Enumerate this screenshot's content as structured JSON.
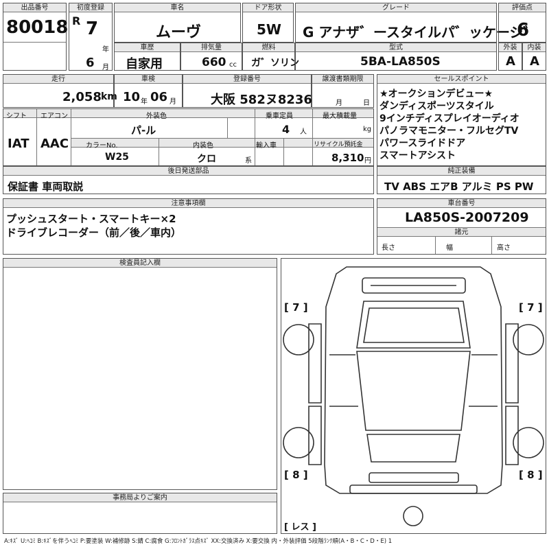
{
  "header": {
    "lot_label": "出品番号",
    "lot_number": "80018",
    "first_reg_label": "初度登録",
    "era": "R",
    "year": "7",
    "year_unit": "年",
    "month": "6",
    "month_unit": "月",
    "car_name_label": "車名",
    "car_name": "ムーヴ",
    "door_label": "ドア形状",
    "door": "5W",
    "grade_label": "グレード",
    "grade": "G アナザ゛ースタイルパ゛ッケージ゛",
    "score_label": "評価点",
    "score": "6",
    "history_label": "車歴",
    "history": "自家用",
    "displacement_label": "排気量",
    "displacement": "660",
    "displacement_unit": "cc",
    "fuel_label": "燃料",
    "fuel": "ガ゛ソリン",
    "model_label": "型式",
    "model": "5BA-LA850S",
    "exterior_label": "外装",
    "exterior": "A",
    "interior_label": "内装",
    "interior": "A"
  },
  "row2": {
    "mileage_label": "走行",
    "mileage": "2,058",
    "mileage_unit": "km",
    "inspection_label": "車検",
    "insp_year": "10",
    "insp_year_unit": "年",
    "insp_month": "06",
    "insp_month_unit": "月",
    "plate_label": "登録番号",
    "plate": "大阪 582ヌ8236",
    "transfer_label": "譲渡書類期限",
    "transfer_month_unit": "月",
    "transfer_day_unit": "日"
  },
  "row3": {
    "shift_label": "シフト",
    "shift": "IAT",
    "ac_label": "エアコン",
    "ac": "AAC",
    "color_label": "外装色",
    "color": "パ-ル",
    "capacity_label": "乗車定員",
    "capacity": "4",
    "capacity_unit": "人",
    "load_label": "最大積載量",
    "load_unit": "kg",
    "color_no_label": "カラーNo.",
    "color_no": "W25",
    "interior_color_label": "内装色",
    "interior_color": "クロ",
    "interior_color_unit": "系",
    "import_label": "輸入車",
    "recycle_label": "リサイクル預託金",
    "recycle": "8,310",
    "recycle_unit": "円"
  },
  "sales_points": {
    "label": "セールスポイント",
    "items": [
      "★オークションデビュー★",
      "ダンディスポーツスタイル",
      "9インチディスプレイオーディオ",
      "パノラマモニター・フルセグTV",
      "パワースライドドア",
      "スマートアシスト"
    ]
  },
  "shipping": {
    "label": "後日発送部品",
    "value": "保証書 車両取説"
  },
  "equipment": {
    "label": "純正装備",
    "value": "TV ABS エアB アルミ PS PW"
  },
  "notes": {
    "label": "注意事項欄",
    "lines": [
      "プッシュスタート・スマートキー×2",
      "ドライブレコーダー（前／後／車内）"
    ]
  },
  "chassis": {
    "label": "車台番号",
    "value": "LA850S-2007209",
    "specs_label": "諸元",
    "length_label": "長さ",
    "width_label": "幅",
    "height_label": "高さ"
  },
  "inspector": {
    "label": "検査員記入欄"
  },
  "office": {
    "label": "事務局よりご案内"
  },
  "diagram": {
    "tire_fl": "7",
    "tire_fr": "7",
    "tire_rl": "8",
    "tire_rr": "8",
    "spare": "レス"
  },
  "legend": "A:ｷｽﾞ U:ﾍｺﾐ B:ｷｽﾞを伴うﾍｺﾐ P:要塗装 W:補修跡 S:錆 C:腐食 G:ﾌﾛﾝﾄｶﾞﾗｽ点ｷｽﾞ XX:交換済み X:要交換 内・外装評価 5段階ﾗﾝｸ順(A・B・C・D・E) 1"
}
